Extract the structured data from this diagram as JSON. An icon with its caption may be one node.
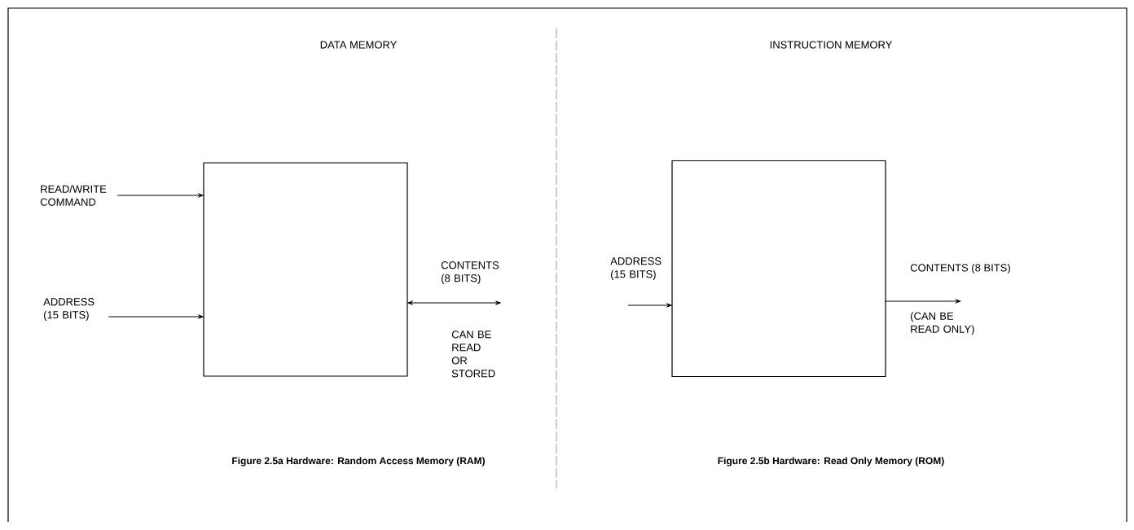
{
  "diagram": {
    "nodes": [
      {
        "text": [],
        "shape": "box"
      },
      {
        "text": [],
        "shape": "box"
      },
      {
        "text": [
          "READ/WRITE COMMAND"
        ]
      },
      {
        "text": [
          "ADDRESS (15 BITS)"
        ]
      },
      {
        "text": [
          "CONTENTS (8 BITS)"
        ]
      },
      {
        "text": [
          "CONTENTS (8 BITS)"
        ]
      }
    ],
    "edges": [
      {
        "from": 2,
        "to": 0,
        "arrow": "to"
      },
      {
        "from": 3,
        "to": 0,
        "arrow": "to"
      },
      {
        "from": 0,
        "to": 4,
        "arrow": "both"
      },
      {
        "from": null,
        "to": 1,
        "arrow": "to"
      },
      {
        "from": 1,
        "to": 5,
        "arrow": "to"
      }
    ],
    "labels": [
      "DATA MEMORY",
      "INSTRUCTION MEMORY",
      "ADDRESS (15 BITS)",
      "CAN BE READ OR STORED",
      "(CAN BE READ ONLY)",
      "Figure 2.5a Hardware: Random Access Memory (RAM)",
      "Figure 2.5b Hardware: Read Only Memory (ROM)"
    ]
  }
}
